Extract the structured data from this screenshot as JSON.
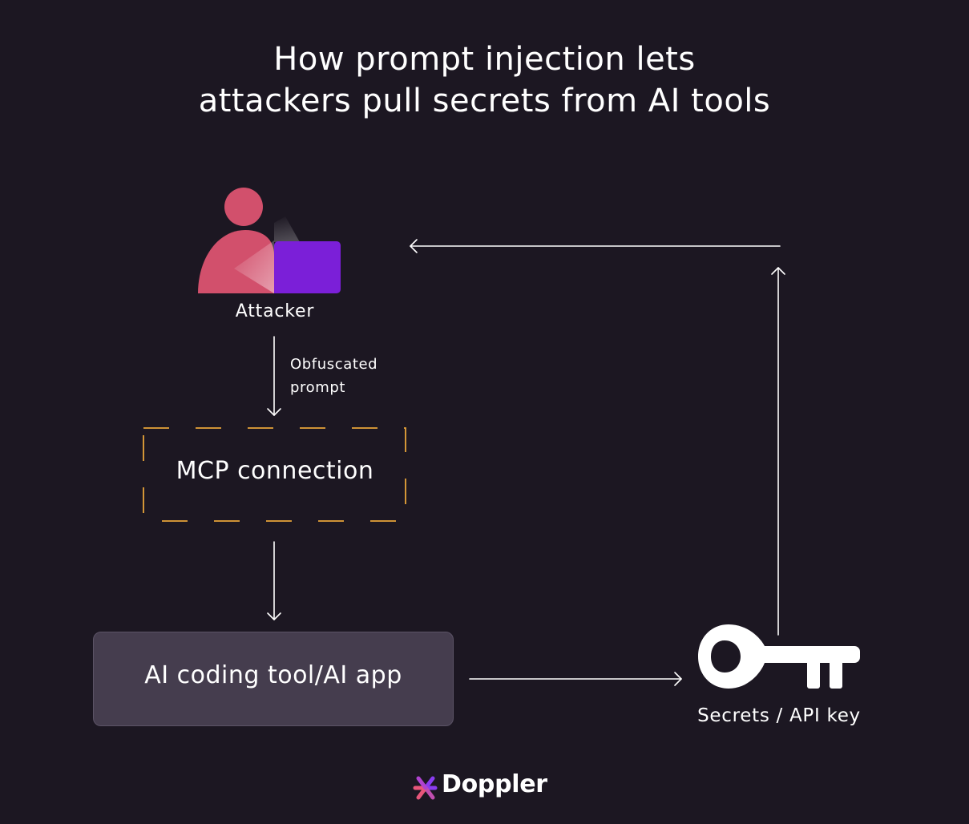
{
  "title": {
    "line1": "How prompt injection lets",
    "line2": "attackers pull secrets from AI tools"
  },
  "nodes": {
    "attacker": "Attacker",
    "mcp": "MCP connection",
    "ai_tool": "AI coding tool/AI app",
    "secrets": "Secrets / API key"
  },
  "edges": {
    "attacker_to_mcp": {
      "line1": "Obfuscated",
      "line2": "prompt"
    }
  },
  "icons": {
    "attacker": "person-at-laptop-icon",
    "secrets": "key-icon",
    "brand": "doppler-logo-icon"
  },
  "brand": {
    "name": "Doppler"
  },
  "colors": {
    "background": "#1c1722",
    "person": "#d2506c",
    "laptop": "#7b1fd8",
    "mcp_border": "#e8a43a",
    "ai_box": "#453d4e",
    "arrow": "#ffffff"
  }
}
